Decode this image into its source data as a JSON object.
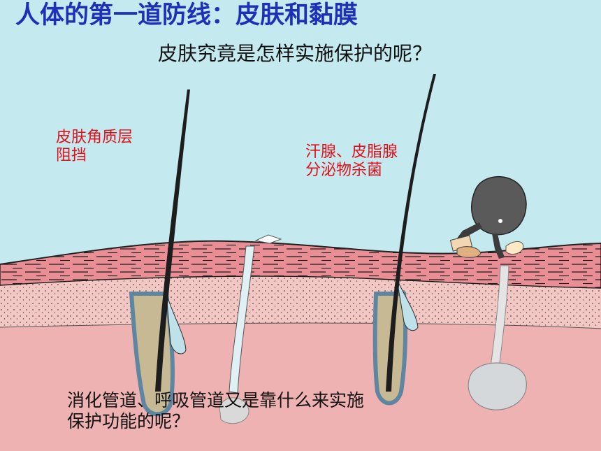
{
  "slide": {
    "title": "人体的第一道防线：皮肤和黏膜",
    "question": "皮肤究竟是怎样实施保护的呢？",
    "labels": {
      "keratin_line1": "皮肤角质层",
      "keratin_line2": "阻挡",
      "glands_line1": "汗腺、皮脂腺",
      "glands_line2": "分泌物杀菌"
    },
    "bottom_question_line1": "消化管道、呼吸管道又是靠什么来实施",
    "bottom_question_line2": "保护功能的呢？"
  },
  "colors": {
    "background": "#c4e9ee",
    "title": "#1f2fb8",
    "label": "#e0101a",
    "epidermis": "#ea8e95",
    "dermis": "#f3c7c3",
    "hypodermis": "#efb2b2",
    "follicle": "#c7b993",
    "germ": "#5a5a5a"
  },
  "icons": [
    "germ-icon",
    "hair-icon",
    "sweat-gland-icon"
  ]
}
